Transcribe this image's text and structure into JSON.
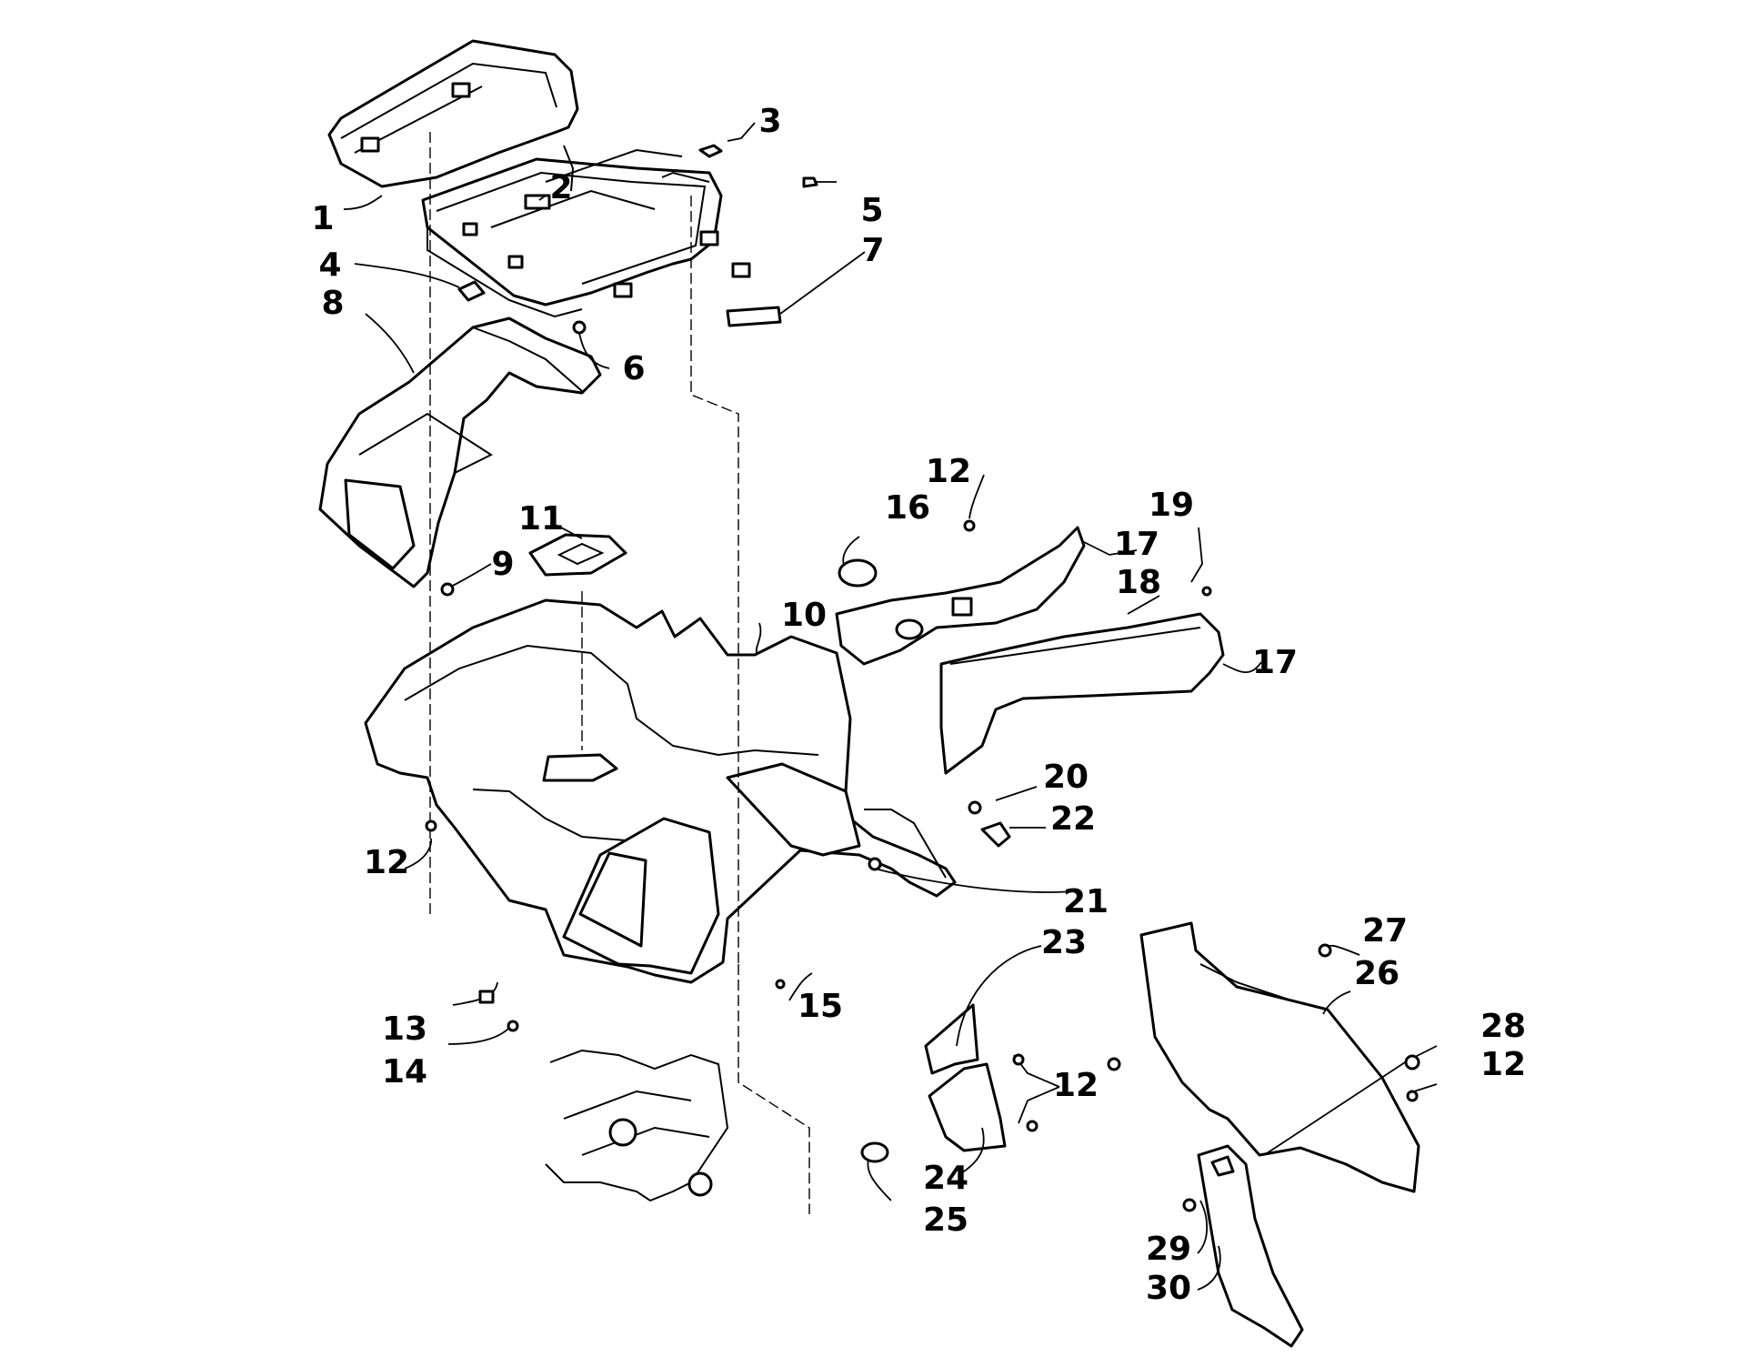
{
  "callouts": {
    "c1": "1",
    "c2": "2",
    "c3": "3",
    "c4": "4",
    "c5": "5",
    "c6": "6",
    "c7": "7",
    "c8": "8",
    "c9": "9",
    "c10": "10",
    "c11": "11",
    "c12a": "12",
    "c12b": "12",
    "c12c": "12",
    "c12d": "12",
    "c13": "13",
    "c14": "14",
    "c15": "15",
    "c16": "16",
    "c17a": "17",
    "c17b": "17",
    "c18": "18",
    "c19": "19",
    "c20": "20",
    "c21": "21",
    "c22": "22",
    "c23": "23",
    "c24": "24",
    "c25": "25",
    "c26": "26",
    "c27": "27",
    "c28": "28",
    "c29": "29",
    "c30": "30"
  }
}
